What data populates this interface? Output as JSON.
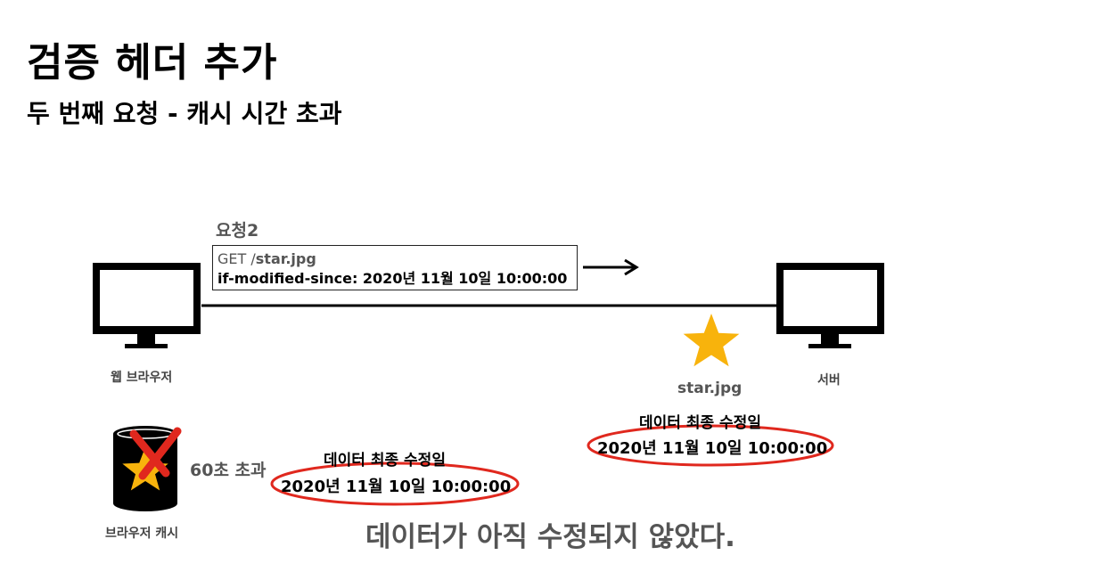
{
  "header": {
    "title": "검증 헤더 추가",
    "subtitle": "두 번째 요청 - 캐시 시간 초과"
  },
  "request": {
    "label": "요청2",
    "method": "GET /",
    "path": "star.jpg",
    "header_line": "if-modified-since: 2020년 11월 10일 10:00:00"
  },
  "client": {
    "label": "웹 브라우저"
  },
  "server": {
    "label": "서버",
    "resource_name": "star.jpg",
    "meta_title": "데이터 최종 수정일",
    "meta_date": "2020년 11월 10일 10:00:00"
  },
  "cache": {
    "label": "브라우저 캐시",
    "status": "60초 초과",
    "meta_title": "데이터 최종 수정일",
    "meta_date": "2020년 11월 10일 10:00:00"
  },
  "conclusion": "데이터가 아직 수정되지 않았다.",
  "colors": {
    "star": "#F8B30C",
    "highlight_ellipse": "#E0281E",
    "cross_mark": "#E0281E",
    "monitor": "#000000"
  }
}
